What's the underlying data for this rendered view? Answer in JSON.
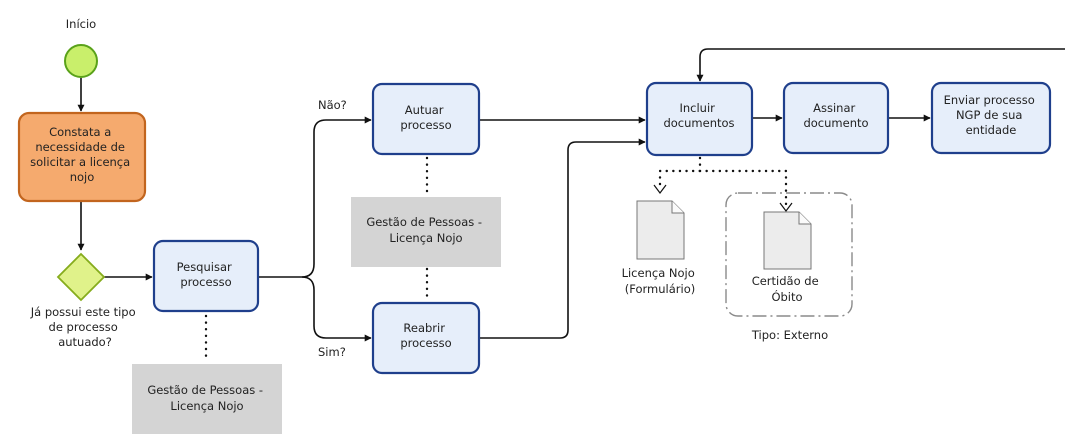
{
  "start_event": {
    "label": "Início"
  },
  "tasks": {
    "constata": "Constata a necessidade de solicitar a licença nojo",
    "pesquisar": "Pesquisar processo",
    "autuar": "Autuar processo",
    "reabrir": "Reabrir processo",
    "incluir": "Incluir documentos",
    "assinar": "Assinar documento",
    "enviar": "Enviar processo NGP de sua entidade"
  },
  "gateway": {
    "question": "Já possui este tipo de processo autuado?",
    "yes_label": "Sim?",
    "no_label": "Não?"
  },
  "annotations": {
    "pesquisar": "Gestão de Pessoas - Licença Nojo",
    "autuar": "Gestão de Pessoas - Licença Nojo"
  },
  "documents": {
    "licenca": "Licença Nojo (Formulário)",
    "certidao": "Certidão de Óbito"
  },
  "group": {
    "label": "Tipo: Externo"
  },
  "colors": {
    "start_fill": "#c9ef6b",
    "start_stroke": "#5aa21a",
    "gateway_fill": "#e0f28a",
    "gateway_stroke": "#86ac1c",
    "task_fill": "#e6eefa",
    "task_stroke": "#1f3f8c",
    "orange_fill": "#f5aa6e",
    "orange_stroke": "#c2651e",
    "annotation_fill": "#d4d4d4"
  }
}
